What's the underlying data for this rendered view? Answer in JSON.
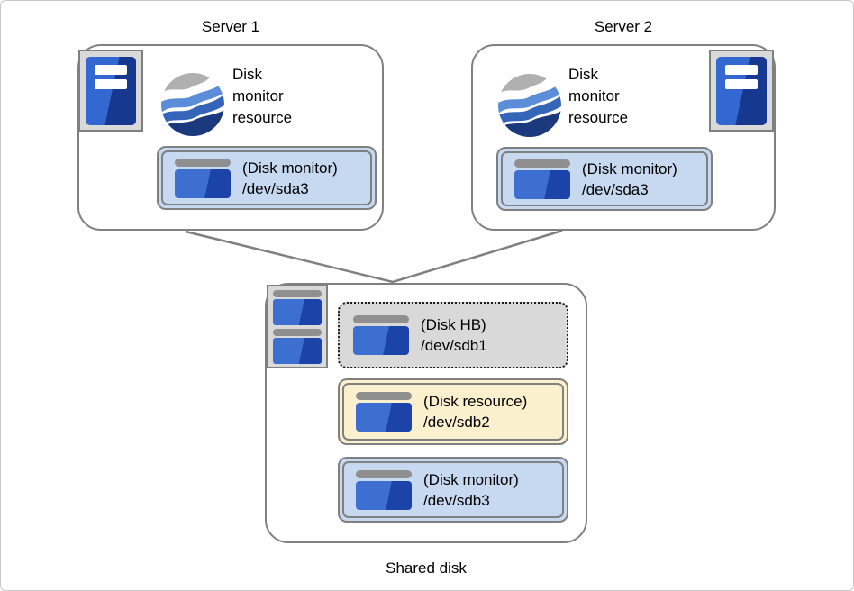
{
  "colors": {
    "box_border": "#808080",
    "dotted_border": "#1a1a1a",
    "server_blue_light": "#3468d1",
    "server_blue_dark": "#16388f",
    "disk_blue_light": "#3d6fd0",
    "disk_blue_dark": "#1c44a8",
    "icon_frame_fill": "#d9d9d9",
    "partition_fill_monitor": "#c6d9f1",
    "partition_fill_resource": "#fbf0cd",
    "partition_fill_hb": "#d9d9d9",
    "wave_gray": "#b0b0b0",
    "wave_light_blue": "#5b8dd9",
    "wave_mid_blue": "#3565b8",
    "wave_dark_blue": "#1b3a7e"
  },
  "servers": [
    {
      "title": "Server 1",
      "resource_label_lines": [
        "Disk",
        "monitor",
        "resource"
      ],
      "partition": {
        "label": "(Disk monitor)",
        "device": "/dev/sda3"
      }
    },
    {
      "title": "Server 2",
      "resource_label_lines": [
        "Disk",
        "monitor",
        "resource"
      ],
      "partition": {
        "label": "(Disk monitor)",
        "device": "/dev/sda3"
      }
    }
  ],
  "shared_disk": {
    "title": "Shared disk",
    "partitions": [
      {
        "label": "(Disk HB)",
        "device": "/dev/sdb1"
      },
      {
        "label": "(Disk resource)",
        "device": "/dev/sdb2"
      },
      {
        "label": "(Disk monitor)",
        "device": "/dev/sdb3"
      }
    ]
  }
}
